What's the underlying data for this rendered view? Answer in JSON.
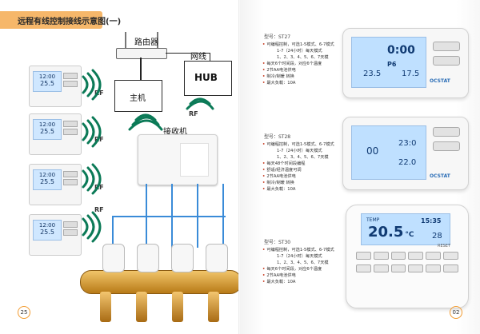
{
  "left_page": {
    "title": "远程有线控制接线示意图(一)",
    "router_label": "路由器",
    "wire_label": "网线",
    "host_label": "主机",
    "hub_label": "HUB",
    "receiver_label": "接收机",
    "rf_label": "RF",
    "page_number": "25",
    "thermostat_lcd": {
      "hm": "12:00",
      "temp": "25.5"
    }
  },
  "right_page": {
    "page_number": "02",
    "brand": "OCSTAT",
    "products": [
      {
        "model": "型号：ST27",
        "bullets": [
          {
            "text": "可编程控制，可选1-5模式、6-7模式"
          },
          {
            "text": "1-7（24小时）每天模式",
            "indent": true
          },
          {
            "text": "1、2、3、4、5、6、7天模",
            "indent": true
          },
          {
            "text": "每天6个时间段，对应6个温度"
          },
          {
            "text": "2节AA电池供电"
          },
          {
            "text": "制冷/制暖 转换"
          },
          {
            "text": "最大负载：10A"
          }
        ],
        "lcd": {
          "top": "0:00",
          "top_sub": "P6",
          "left": "23.5",
          "right": "17.5"
        }
      },
      {
        "model": "型号：ST28",
        "bullets": [
          {
            "text": "可编程控制，可选1-5模式、6-7模式"
          },
          {
            "text": "1-7（24小时）每天模式",
            "indent": true
          },
          {
            "text": "1、2、3、4、5、6、7天模",
            "indent": true
          },
          {
            "text": "每天48个时间段编程"
          },
          {
            "text": "舒适/经济温度可调"
          },
          {
            "text": "2节AA电池供电"
          },
          {
            "text": "制冷/制暖 转换"
          },
          {
            "text": "最大负载：10A"
          }
        ],
        "lcd": {
          "time": "00",
          "top_right": "23:0",
          "bottom_right": "22.0"
        }
      },
      {
        "model": "型号：ST30",
        "bullets": [
          {
            "text": "可编程控制，可选1-5模式、6-7模式"
          },
          {
            "text": "1-7（24小时）每天模式",
            "indent": true
          },
          {
            "text": "1、2、3、4、5、6、7天模",
            "indent": true
          },
          {
            "text": "每天6个时间段，对应6个温度"
          },
          {
            "text": "2节AA电池供电"
          },
          {
            "text": "最大负载：10A"
          }
        ],
        "lcd": {
          "label": "TEMP",
          "main": "20.5",
          "unit": "°C",
          "top": "15:35",
          "right": "28"
        },
        "reset_label": "RESET"
      }
    ]
  }
}
